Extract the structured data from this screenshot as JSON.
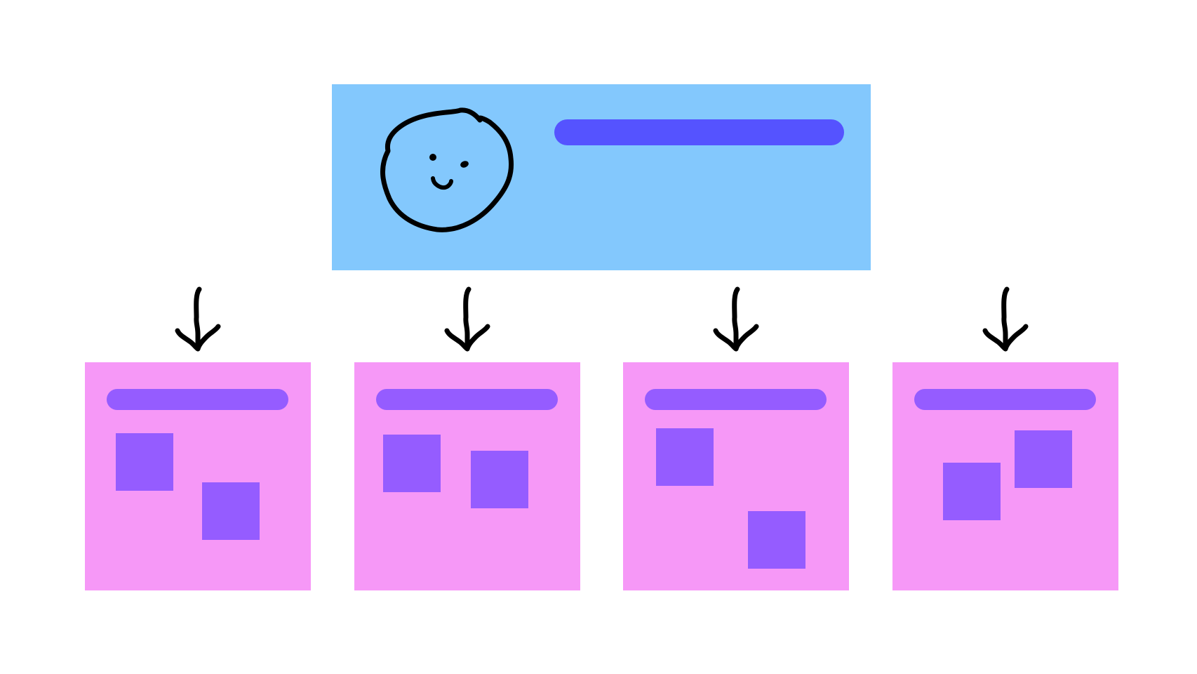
{
  "diagram": {
    "kind": "org-hierarchy",
    "parent": {
      "fill": "#83c8fd",
      "avatar_icon": "hand-drawn-smiley-face-icon",
      "title_bar_color": "#5553ff",
      "title_text": ""
    },
    "connector": {
      "icon": "hand-drawn-down-arrow-icon",
      "stroke": "#000000"
    },
    "children": [
      {
        "fill": "#f698f7",
        "title_bar_color": "#955cff",
        "block_color": "#955cff",
        "block_count": 2,
        "title_text": ""
      },
      {
        "fill": "#f698f7",
        "title_bar_color": "#955cff",
        "block_color": "#955cff",
        "block_count": 2,
        "title_text": ""
      },
      {
        "fill": "#f698f7",
        "title_bar_color": "#955cff",
        "block_color": "#955cff",
        "block_count": 2,
        "title_text": ""
      },
      {
        "fill": "#f698f7",
        "title_bar_color": "#955cff",
        "block_color": "#955cff",
        "block_count": 2,
        "title_text": ""
      }
    ]
  }
}
